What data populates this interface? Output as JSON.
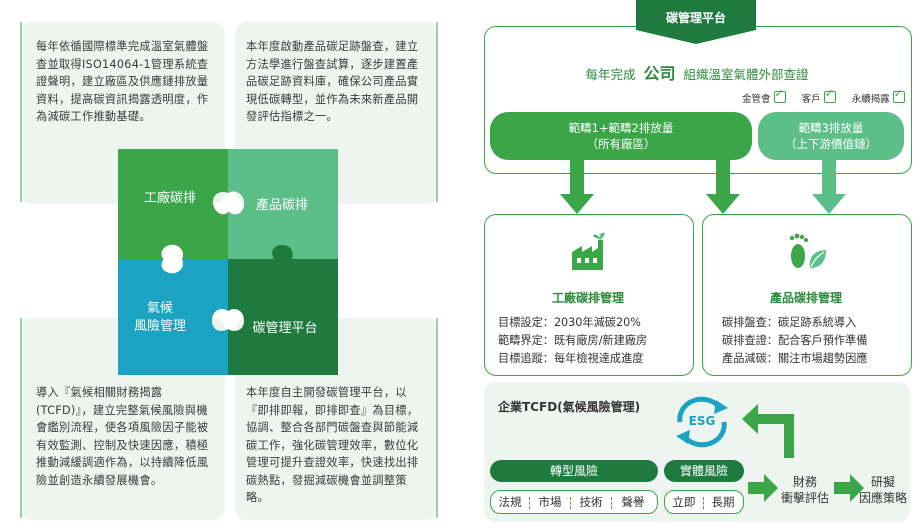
{
  "left": {
    "top_left_text": "每年依循國際標準完成溫室氣體盤查並取得ISO14064-1管理系統查證聲明，建立廠區及供應鏈排放量資料，提高碳資訊揭露透明度，作為減碳工作推動基礎。",
    "top_right_text": "本年度啟動產品碳足跡盤查，建立方法學進行盤查試算，逐步建置產品碳足跡資料庫，確保公司產品實現低碳轉型，並作為未來新產品開發評估指標之一。",
    "bottom_left_text": "導入『氣候相關財務揭露(TCFD)』，建立完整氣候風險與機會鑑別流程，使各項風險因子能被有效監測、控制及快速因應，積極推動減緩調適作為，以持續降低風險並創造永續發展機會。",
    "bottom_right_text": "本年度自主開發碳管理平台，以『即排即報，即排即查』為目標，協調、整合各部門碳盤查與節能減碳工作，強化碳管理效率，數位化管理可提升查證效率，快速找出排碳熱點，發掘減碳機會並調整策略。",
    "puzzle": {
      "factory": "工廠碳排",
      "product": "產品碳排",
      "climate_line1": "氣候",
      "climate_line2": "風險管理",
      "platform": "碳管理平台"
    },
    "colors": {
      "factory": "#3aa648",
      "product": "#5cbf8a",
      "climate": "#1aa3c2",
      "platform": "#1f7a3f"
    }
  },
  "right": {
    "platform_title": "碳管理平台",
    "verify_prefix": "每年完成",
    "verify_company": "公司",
    "verify_suffix": "組織溫室氣體外部查證",
    "checks": [
      "金管會",
      "客戶",
      "永續揭露"
    ],
    "scope12_line1": "範疇1+範疇2排放量",
    "scope12_line2": "（所有廠區）",
    "scope3_line1": "範疇3排放量",
    "scope3_line2": "（上下游價值鏈）",
    "factory_title": "工廠碳排管理",
    "factory_items": [
      "目標設定：2030年減碳20%",
      "範疇界定：既有廠房/新建廠房",
      "目標追蹤：每年檢視達成進度"
    ],
    "product_title": "產品碳排管理",
    "product_items": [
      "碳排盤查：碳足跡系統導入",
      "碳排查證：配合客戶預作準備",
      "產品減碳：關注市場趨勢因應"
    ],
    "tcfd_title": "企業TCFD(氣候風險管理)",
    "esg": "ESG",
    "transition_risk": "轉型風險",
    "physical_risk": "實體風險",
    "transition_tags": [
      "法規",
      "市場",
      "技術",
      "聲譽"
    ],
    "physical_tags": [
      "立即",
      "長期"
    ],
    "finance_line1": "財務",
    "finance_line2": "衝擊評估",
    "research_line1": "研擬",
    "research_line2": "因應策略"
  }
}
